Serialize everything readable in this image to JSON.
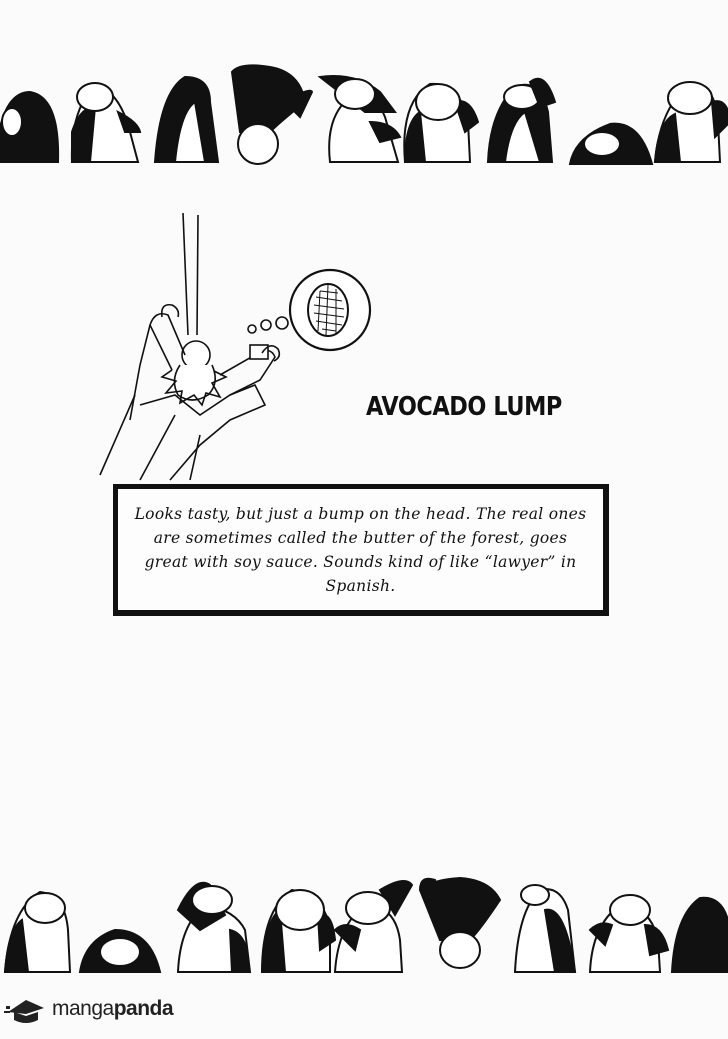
{
  "item": {
    "title": "AVOCADO LUMP",
    "description": "Looks tasty, but just a bump on the head. The real ones are sometimes called the butter of the forest, goes great with soy sauce. Sounds kind of like “lawyer” in Spanish."
  },
  "watermark": {
    "part1": "manga",
    "part2": "panda"
  },
  "icons": {
    "illustration": "character-hanging-with-avocado-thought-bubble",
    "decoration": "penguin-row",
    "watermark_logo": "mangapanda-logo"
  }
}
